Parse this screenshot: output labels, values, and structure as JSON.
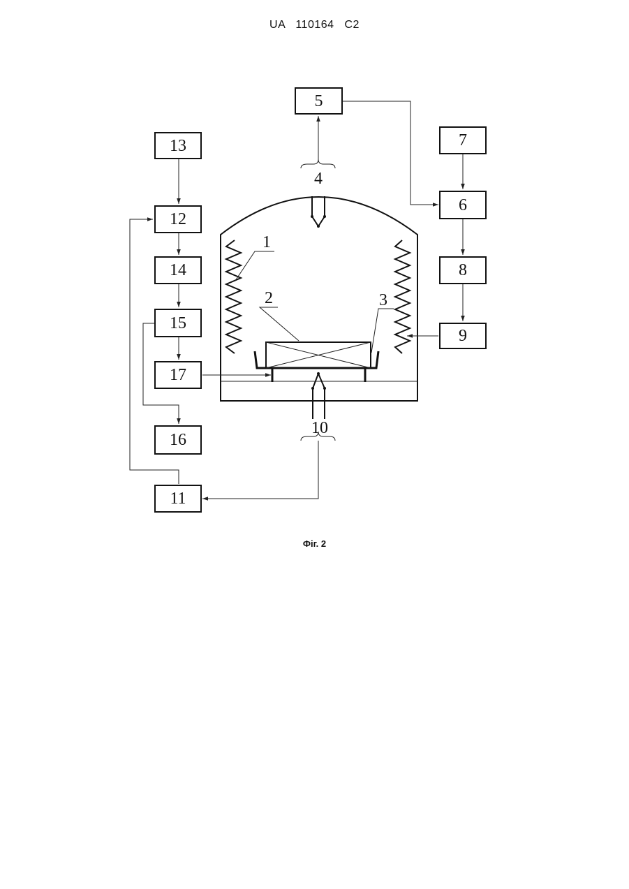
{
  "header": {
    "patent_id": "UA   110164   C2"
  },
  "figure": {
    "caption": "Фіг. 2",
    "blocks": {
      "b5": "5",
      "b6": "6",
      "b7": "7",
      "b8": "8",
      "b9": "9",
      "b11": "11",
      "b12": "12",
      "b13": "13",
      "b14": "14",
      "b15": "15",
      "b16": "16",
      "b17": "17"
    },
    "labels": {
      "l1": "1",
      "l2": "2",
      "l3": "3",
      "l4": "4",
      "l10": "10"
    }
  }
}
